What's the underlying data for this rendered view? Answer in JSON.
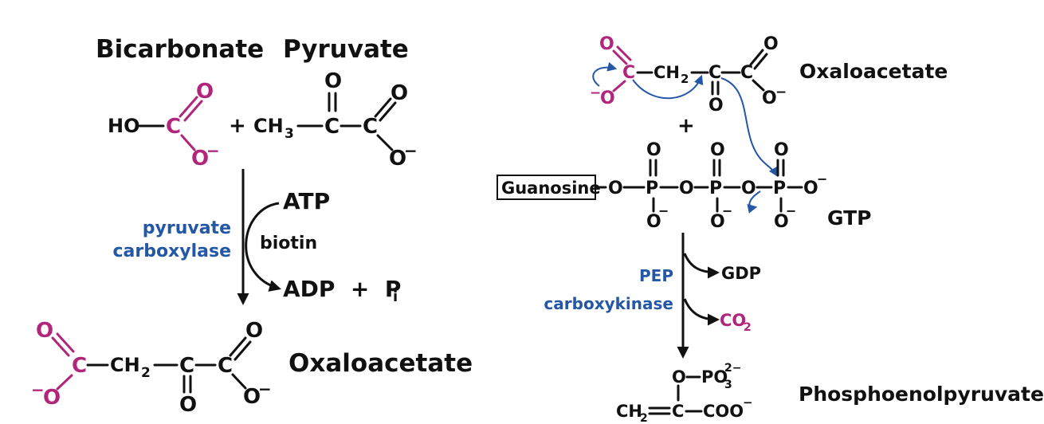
{
  "colors": {
    "text": "#111111",
    "accent": "#b0267a",
    "enzyme": "#2457a6"
  },
  "left": {
    "bicarbonate_label": "Bicarbonate",
    "pyruvate_label": "Pyruvate",
    "bicarbonate": {
      "ho": "HO",
      "c": "C",
      "o_top": "O",
      "o_bottom": "O",
      "minus": "−"
    },
    "plus": "+",
    "pyruvate": {
      "ch3": "CH",
      "ch3_sub": "3",
      "c1": "C",
      "c2": "C",
      "o_top": "O",
      "o_right_top": "O",
      "o_right_bottom": "O",
      "minus": "−"
    },
    "atp": "ATP",
    "biotin": "biotin",
    "adp_pi": "ADP  +  P",
    "pi_sub": "i",
    "enzyme_line1": "pyruvate",
    "enzyme_line2": "carboxylase",
    "product": {
      "o_top_left": "O",
      "o_bottom_left": "O",
      "minus_left": "−",
      "c1": "C",
      "ch2": "CH",
      "ch2_sub": "2",
      "c2": "C",
      "c3": "C",
      "o_keto": "O",
      "o_top_right": "O",
      "o_bottom_right": "O",
      "minus_right": "−",
      "name": "Oxaloacetate"
    }
  },
  "right": {
    "oxaloacetate": {
      "o_top_left": "O",
      "o_bottom_left": "O",
      "minus_left": "−",
      "c1": "C",
      "ch2": "CH",
      "ch2_sub": "2",
      "c2": "C",
      "c3": "C",
      "o_keto": "O",
      "o_top_right": "O",
      "o_bottom_right": "O",
      "minus_right": "−",
      "name": "Oxaloacetate"
    },
    "plus": "+",
    "gtp": {
      "guanosine": "Guanosine",
      "o": "O",
      "p": "P",
      "minus": "−",
      "name": "GTP"
    },
    "gdp": "GDP",
    "co2": "CO",
    "co2_sub": "2",
    "enzyme_line1": "PEP",
    "enzyme_line2": "carboxykinase",
    "pep": {
      "o": "O",
      "po3": "PO",
      "po3_sub": "3",
      "po3_sup": "2−",
      "ch2": "CH",
      "ch2_sub": "2",
      "c": "C",
      "coo": "COO",
      "coo_sup": "−",
      "name": "Phosphoenolpyruvate"
    }
  }
}
